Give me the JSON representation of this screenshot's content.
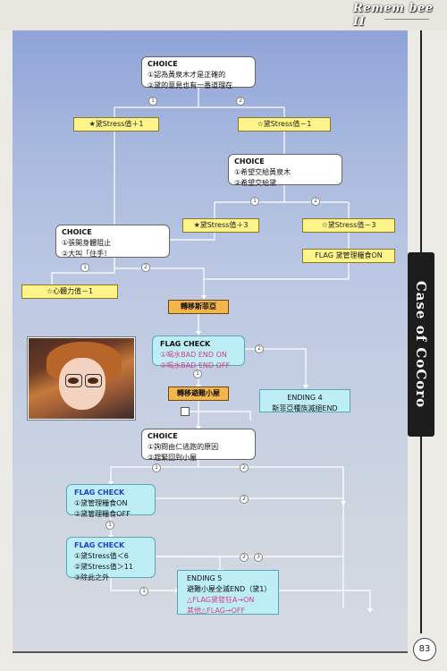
{
  "header": {
    "logo": "Remem bee II"
  },
  "side_tab": {
    "label": "Case of CoCoro"
  },
  "page_number": "83",
  "choice1": {
    "title": "CHOICE",
    "options": [
      "①認為黃泉木才是正確的",
      "②黛的意見也有一番道理在"
    ]
  },
  "stress1_plus": "★黛Stress值＋1",
  "stress1_minus": "☆黛Stress值－1",
  "choice2": {
    "title": "CHOICE",
    "options": [
      "①希望交給黃泉木",
      "②希望交給黛"
    ]
  },
  "stress3_plus": "★黛Stress值＋3",
  "stress3_minus": "☆黛Stress值－3",
  "flag_food_on": "FLAG 黛管理糧食ON",
  "choice3": {
    "title": "CHOICE",
    "options": [
      "①張開身體阻止",
      "②大叫「住手！"
    ]
  },
  "stamina": "☆心體力值－1",
  "move_sophia": "轉移斯菲亞",
  "flag_check1": {
    "title": "FLAG CHECK",
    "items": [
      "①喝水BAD END ON",
      "②喝水BAD END OFF"
    ]
  },
  "ending4": {
    "line1": "ENDING  4",
    "line2": "斯菲亞種族滅絕END"
  },
  "move_hut": "轉移避難小屋",
  "choice4": {
    "title": "CHOICE",
    "options": [
      "①詢問由仁逃跑的原因",
      "②趕緊回到小屋"
    ]
  },
  "flag_check2": {
    "title": "FLAG CHECK",
    "items": [
      "①黛管理糧食ON",
      "②黛管理糧食OFF"
    ]
  },
  "flag_check3": {
    "title": "FLAG CHECK",
    "items": [
      "①黛Stress值＜6",
      "②黛Stress值＞11",
      "③除此之外"
    ]
  },
  "ending5": {
    "line1": "ENDING  5",
    "line2": "避難小屋全滅END（黛1）",
    "line3": "△FLAG黛發狂A→ON",
    "line4": "其他△FLAG→OFF"
  },
  "nums": {
    "n1": "1",
    "n2": "2",
    "n3": "3"
  },
  "colors": {
    "panel_top": "#8ea3d8",
    "yellow": "#fff48a",
    "orange": "#f4b54a",
    "cyan": "#bdeef6",
    "pink": "#e0388a",
    "blue": "#1d3fd0"
  }
}
